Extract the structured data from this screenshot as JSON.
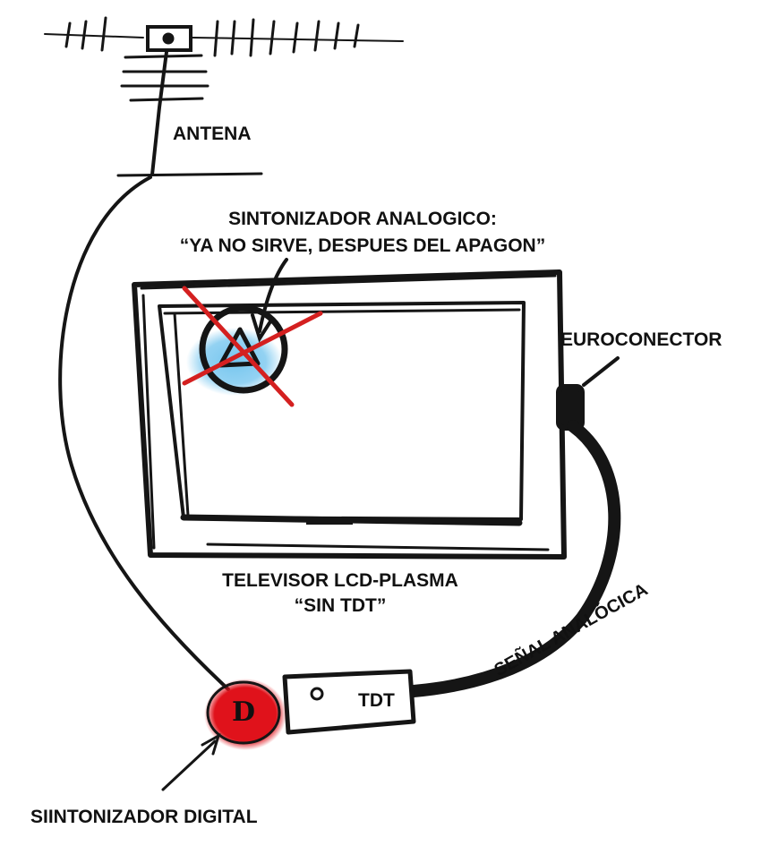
{
  "labels": {
    "antenna": "ANTENA",
    "analog_tuner_title": "SINTONIZADOR ANALOGICO:",
    "analog_tuner_quote": "“YA NO SIRVE, DESPUES DEL APAGON”",
    "scart": "EUROCONECTOR",
    "tv_title": "TELEVISOR LCD-PLASMA",
    "tv_quote": "“SIN TDT”",
    "tdt_box": "TDT",
    "analog_signal": "SEÑAL ANALÓCICA",
    "digital_tuner": "SIINTONIZADOR DIGITAL",
    "digital_tuner_symbol": "D"
  },
  "colors": {
    "ink": "#151515",
    "cross_out": "#d42020",
    "tuner_glow": "#6fc3ee",
    "digital_tuner_fill": "#e0121b"
  }
}
